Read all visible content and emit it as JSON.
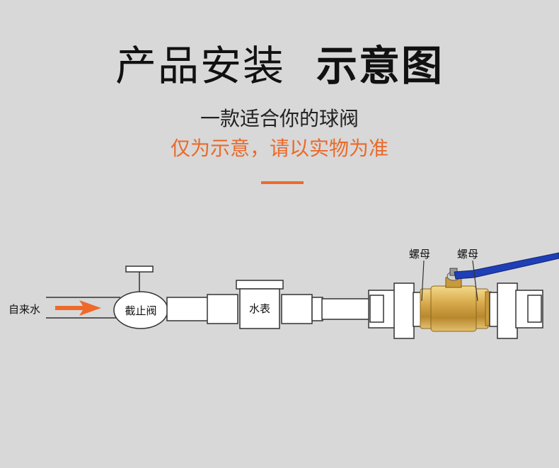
{
  "header": {
    "title_part1": "产品安装",
    "title_part2": "示意图",
    "subtitle": "一款适合你的球阀",
    "note": "仅为示意，请以实物为准"
  },
  "diagram": {
    "inlet_label": "自来水",
    "stop_valve_label": "截止阀",
    "meter_label": "水表",
    "nut_left_label": "螺母",
    "nut_right_label": "螺母"
  },
  "colors": {
    "background": "#d8d8d8",
    "accent": "#ee6a2a",
    "brass": "#d2a64a",
    "handle": "#1f3fb8"
  }
}
